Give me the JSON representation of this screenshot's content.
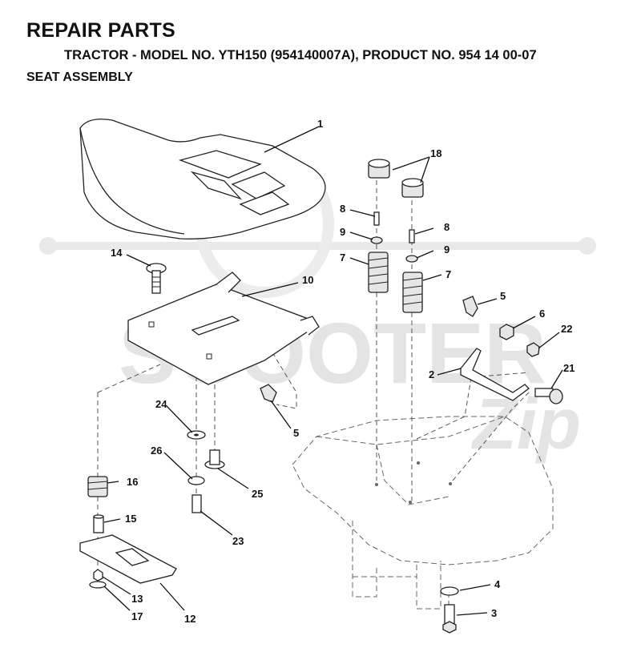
{
  "header": {
    "title": "REPAIR PARTS",
    "subtitle": "TRACTOR - MODEL NO. YTH150 (954140007A), PRODUCT NO. 954 14 00-07",
    "section": "SEAT ASSEMBLY"
  },
  "watermark": {
    "brand": "SCOOTER",
    "script": "Zip"
  },
  "callouts": {
    "c1": "1",
    "c2": "2",
    "c3": "3",
    "c4": "4",
    "c5a": "5",
    "c5b": "5",
    "c6": "6",
    "c7a": "7",
    "c7b": "7",
    "c8a": "8",
    "c8b": "8",
    "c9a": "9",
    "c9b": "9",
    "c10": "10",
    "c12": "12",
    "c13": "13",
    "c14": "14",
    "c15": "15",
    "c16": "16",
    "c17": "17",
    "c18": "18",
    "c21": "21",
    "c22": "22",
    "c23": "23",
    "c24": "24",
    "c25": "25",
    "c26": "26"
  }
}
